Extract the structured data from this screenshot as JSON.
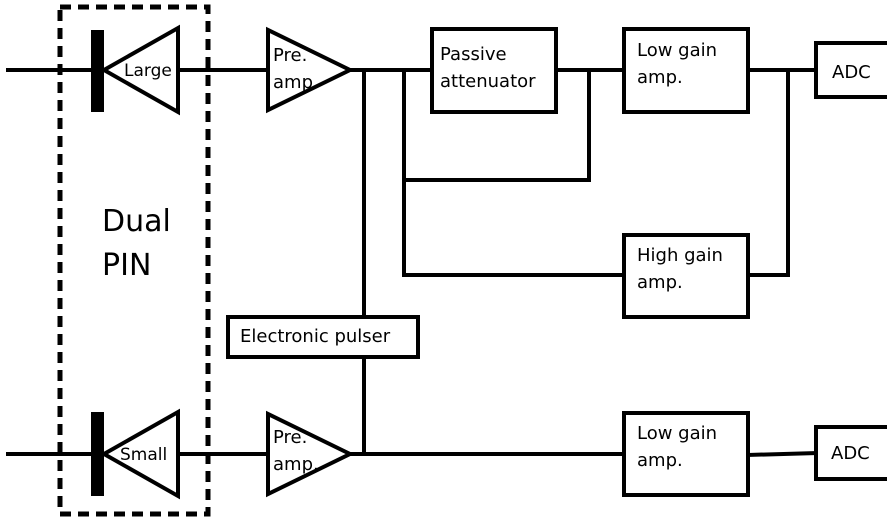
{
  "group": {
    "label": "Dual PIN"
  },
  "diodes": {
    "large": "Large",
    "small": "Small"
  },
  "blocks": {
    "preamp_top": "Pre.\namp.",
    "preamp_bottom": "Pre.\namp.",
    "passive_attenuator": "Passive\nattenuator",
    "low_gain_top": "Low gain\namp.",
    "high_gain": "High gain\namp.",
    "low_gain_bottom": "Low gain\namp.",
    "adc_top": "ADC",
    "adc_bottom": "ADC",
    "pulser": "Electronic pulser"
  }
}
